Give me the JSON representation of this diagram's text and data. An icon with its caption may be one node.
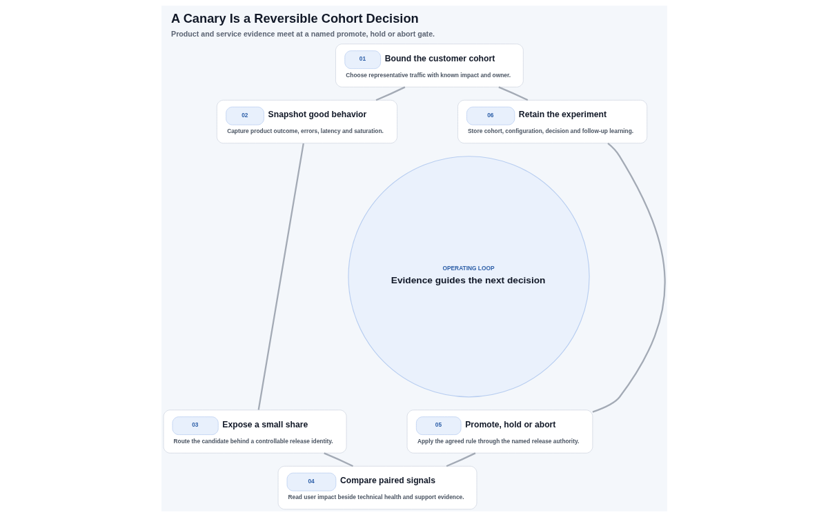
{
  "diagram": {
    "title": "A Canary Is a Reversible Cohort Decision",
    "caption": "Product and service evidence meet at a named promote, hold or abort gate.",
    "nodes": [
      {
        "text": [
          "01",
          "Bound the customer cohort",
          "Choose representative traffic with known impact and owner."
        ]
      },
      {
        "text": [
          "02",
          "Snapshot good behavior",
          "Capture product outcome, errors, latency and saturation."
        ]
      },
      {
        "text": [
          "03",
          "Expose a small share",
          "Route the candidate behind a controllable release identity."
        ]
      },
      {
        "text": [
          "04",
          "Compare paired signals",
          "Read user impact beside technical health and support evidence."
        ]
      },
      {
        "text": [
          "05",
          "Promote, hold or abort",
          "Apply the agreed rule through the named release authority."
        ]
      },
      {
        "text": [
          "06",
          "Retain the experiment",
          "Store cohort, configuration, decision and follow-up learning."
        ]
      },
      {
        "text": [
          "OPERATING LOOP",
          "Evidence guides the next decision"
        ]
      }
    ],
    "edges": [
      {
        "from": 0,
        "to": 1,
        "arrow": "none"
      },
      {
        "from": 1,
        "to": 2,
        "arrow": "none"
      },
      {
        "from": 2,
        "to": 3,
        "arrow": "none"
      },
      {
        "from": 3,
        "to": 4,
        "arrow": "none"
      },
      {
        "from": 4,
        "to": 5,
        "arrow": "none"
      },
      {
        "from": 5,
        "to": 0,
        "arrow": "none"
      }
    ]
  }
}
